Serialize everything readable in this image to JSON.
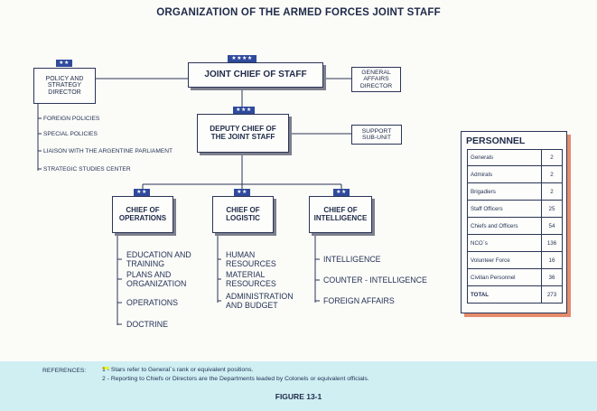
{
  "title": "ORGANIZATION OF THE ARMED FORCES JOINT STAFF",
  "stars": {
    "four": "★★★★",
    "three": "★★★",
    "two": "★★"
  },
  "joint_chief": "JOINT CHIEF OF STAFF",
  "policy_director": "POLICY AND STRATEGY DIRECTOR",
  "policy_items": [
    "FOREIGN POLICIES",
    "SPECIAL POLICIES",
    "LIAISON WITH THE ARGENTINE PARLIAMENT",
    "STRATEGIC STUDIES CENTER"
  ],
  "general_affairs": "GENERAL AFFAIRS DIRECTOR",
  "deputy_chief": "DEPUTY CHIEF OF THE JOINT STAFF",
  "support_subunit": "SUPPORT SUB-UNIT",
  "operations": {
    "title": "CHIEF OF OPERATIONS",
    "items": [
      "EDUCATION AND TRAINING",
      "PLANS AND ORGANIZATION",
      "OPERATIONS",
      "DOCTRINE"
    ]
  },
  "logistic": {
    "title": "CHIEF OF LOGISTIC",
    "items": [
      "HUMAN RESOURCES",
      "MATERIAL RESOURCES",
      "ADMINISTRATION AND BUDGET"
    ]
  },
  "intelligence": {
    "title": "CHIEF OF INTELLIGENCE",
    "items": [
      "INTELLIGENCE",
      "COUNTER - INTELLIGENCE",
      "FOREIGN AFFAIRS"
    ]
  },
  "personnel": {
    "title": "PERSONNEL",
    "rows": [
      {
        "label": "Generals",
        "value": "2"
      },
      {
        "label": "Admirals",
        "value": "2"
      },
      {
        "label": "Brigadiers",
        "value": "2"
      },
      {
        "label": "Staff Officers",
        "value": "25"
      },
      {
        "label": "Chiefs and Officers",
        "value": "54"
      },
      {
        "label": "NCO´s",
        "value": "136"
      },
      {
        "label": "Volunteer Force",
        "value": "16"
      },
      {
        "label": "Civilian Personnel",
        "value": "36"
      },
      {
        "label": "TOTAL",
        "value": "273"
      }
    ]
  },
  "references": {
    "label": "REFERENCES:",
    "ref1_num": "1 -",
    "ref1_text": "Stars refer to General´s rank  or equivalent  positions.",
    "ref2": "2 - Reporting to Chiefs or Directors are the Departments leaded by Colonels or equivalent officials."
  },
  "figure": "FIGURE 13-1"
}
